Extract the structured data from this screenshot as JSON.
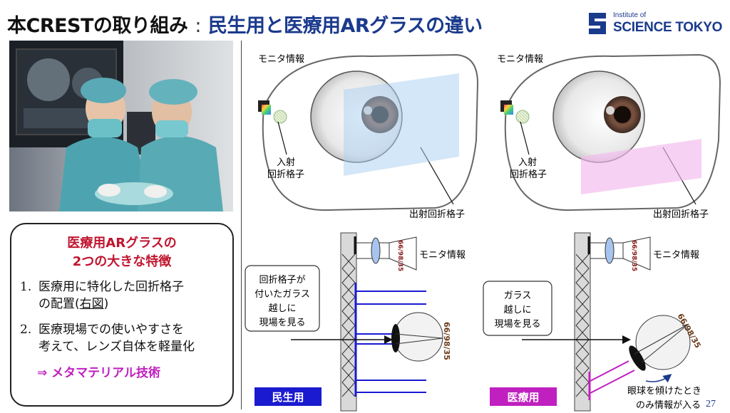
{
  "header": {
    "title_main": "本CRESTの取り組み",
    "separator": ":",
    "title_sub": "民生用と医療用ARグラスの違い"
  },
  "logo": {
    "line1": "Institute of",
    "line2": "SCIENCE TOKYO"
  },
  "card": {
    "title_line1": "医療用ARグラスの",
    "title_line2": "2つの大きな特徴",
    "items": [
      {
        "num": "1.",
        "line1": "医療用に特化した回折格子",
        "line2_prefix": "の配置(",
        "line2_link": "右図",
        "line2_suffix": ")"
      },
      {
        "num": "2.",
        "line1": "医療現場での使いやすさを",
        "line2": "考えて、レンズ自体を軽量化"
      }
    ],
    "highlight": "⇒ メタマテリアル技術"
  },
  "diagram": {
    "left": {
      "monitor_label": "モニタ情報",
      "incident_line1": "入射",
      "incident_line2": "回折格子",
      "exit_label": "出射回折格子",
      "monitor_label_2": "モニタ情報",
      "callout_line1": "回折格子が",
      "callout_line2": "付いたガラス",
      "callout_line3": "越しに",
      "callout_line4": "現場を見る",
      "display_text": "66/98/35",
      "category": "民生用"
    },
    "right": {
      "monitor_label": "モニタ情報",
      "incident_line1": "入射",
      "incident_line2": "回折格子",
      "exit_label": "出射回折格子",
      "monitor_label_2": "モニタ情報",
      "callout_line1": "ガラス",
      "callout_line2": "越しに",
      "callout_line3": "現場を見る",
      "display_text": "66/98/35",
      "tilt_line1": "眼球を傾けたとき",
      "tilt_line2": "のみ情報が入る",
      "category": "医療用"
    }
  },
  "page_number": "27",
  "colors": {
    "title_blue": "#1a3a8c",
    "feature_red": "#c0152f",
    "meta_magenta": "#c01fc0",
    "consumer_blue": "#1a1ad0",
    "medical_magenta": "#c020c0"
  }
}
